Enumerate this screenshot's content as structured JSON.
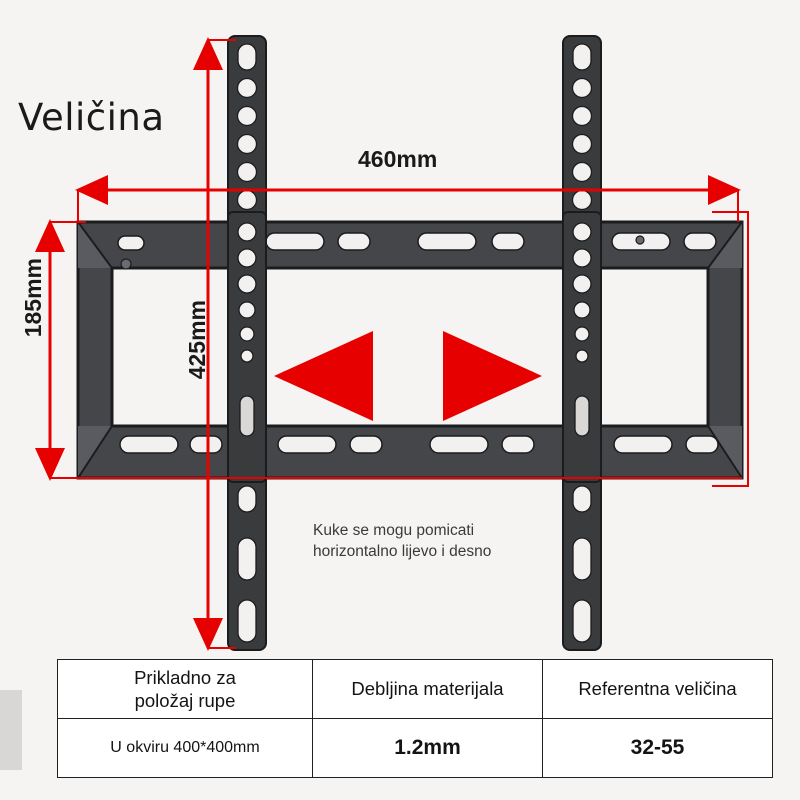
{
  "page": {
    "title": "Veličina",
    "background_color": "#f5f4f2",
    "accent_color": "#e60000"
  },
  "dimensions": {
    "width_label": "460mm",
    "height_label": "185mm",
    "inner_height_label": "425mm"
  },
  "note": "Kuke se mogu pomicati\nhorizontalno lijevo i desno",
  "arrows": {
    "left_arrow": "arrow-left",
    "right_arrow": "arrow-right"
  },
  "table": {
    "headers": [
      "Prikladno za\npoložaj rupe",
      "Debljina materijala",
      "Referentna veličina"
    ],
    "values": [
      "U okviru 400*400mm",
      "1.2mm",
      "32-55"
    ]
  }
}
